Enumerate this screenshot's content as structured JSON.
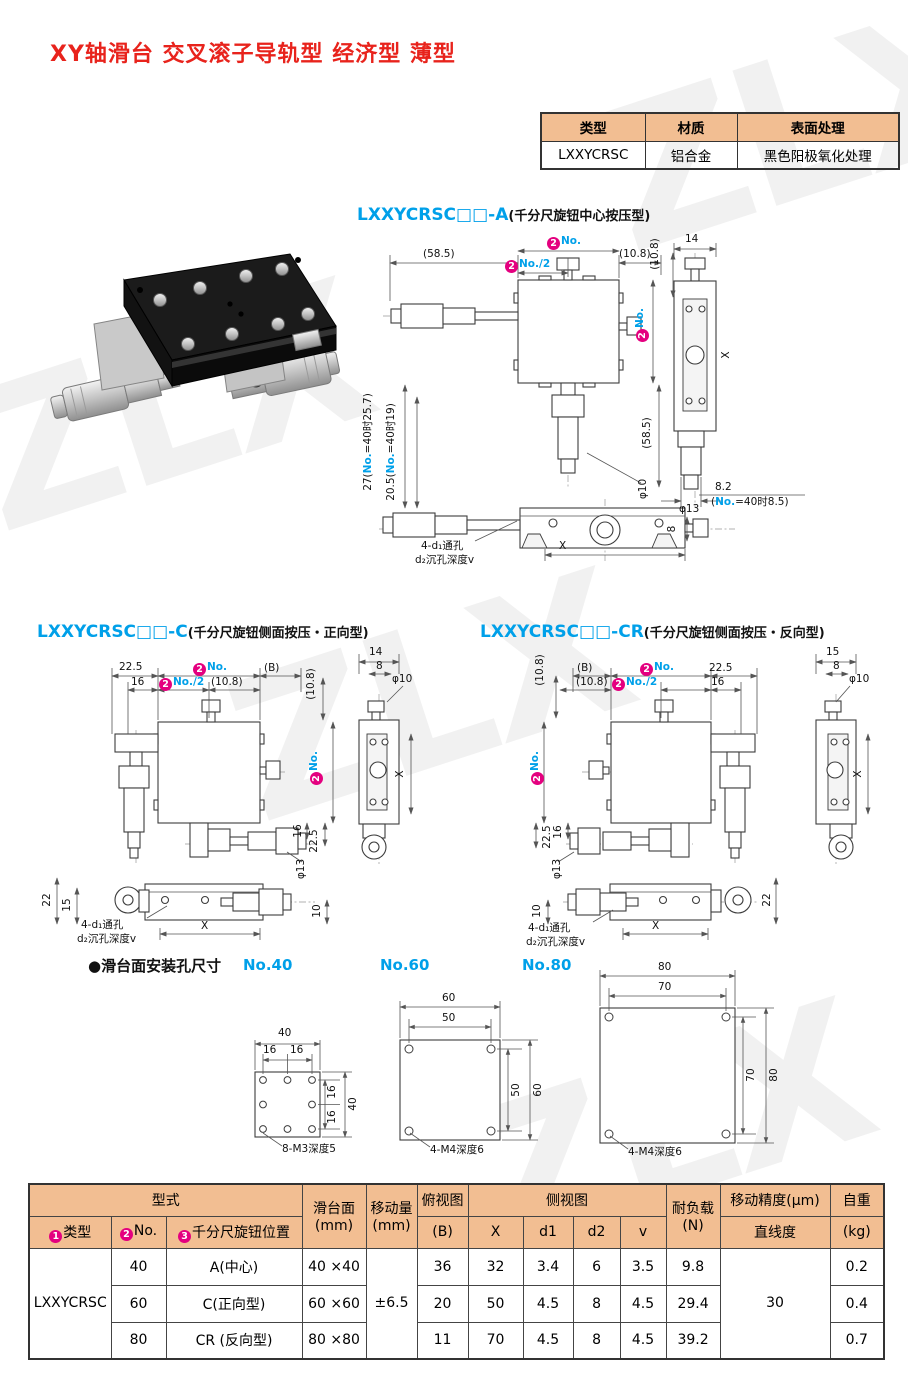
{
  "page": {
    "title": "XY轴滑台 交叉滚子导轨型 经济型 薄型",
    "watermark": "ZLX"
  },
  "colors": {
    "title_red": "#e8231c",
    "accent_cyan": "#00a0e9",
    "badge_magenta": "#e4007f",
    "table_header_bg": "#f2be92"
  },
  "info_table": {
    "headers": [
      "类型",
      "材质",
      "表面处理"
    ],
    "row": [
      "LXXYCRSC",
      "铝合金",
      "黑色阳极氧化处理"
    ]
  },
  "labels": {
    "no": "No.",
    "no_half": "No./2",
    "x": "X",
    "hole_note1": "4-d₁通孔",
    "hole_note2": "d₂沉孔深度v",
    "badge1": "1",
    "badge2": "2",
    "badge3": "3"
  },
  "drawing_a": {
    "code": "LXXYCRSC□□-A",
    "type_note": "(千分尺旋钮中心按压型)",
    "dims": {
      "w585": "(58.5)",
      "t108": "(10.8)",
      "t108v": "(10.8)",
      "w14": "14",
      "v585": "(58.5)",
      "phi10": "φ10",
      "phi13": "φ13",
      "v8": "8",
      "d82": "8.2",
      "n27_pre": "27(",
      "n27_no": "No.",
      "n27_suf": "=40时25.7)",
      "n205_pre": "20.5(",
      "n205_no": "No.",
      "n205_suf": "=40时19)",
      "n82_pre": "(",
      "n82_no": "No.",
      "n82_suf": "=40时8.5)"
    }
  },
  "drawing_c": {
    "code": "LXXYCRSC□□-C",
    "type_note": "(千分尺旋钮侧面按压・正向型)",
    "dims": {
      "d225": "22.5",
      "d16": "16",
      "t108": "(10.8)",
      "t108v": "(10.8)",
      "b": "(B)",
      "w14": "14",
      "w8": "8",
      "phi10": "φ10",
      "r16": "16",
      "r225": "22.5",
      "phi13": "φ13",
      "d22": "22",
      "d15": "15",
      "d10": "10"
    }
  },
  "drawing_cr": {
    "code": "LXXYCRSC□□-CR",
    "type_note": "(千分尺旋钮侧面按压・反向型)",
    "dims": {
      "t108v": "(10.8)",
      "b": "(B)",
      "t108": "(10.8)",
      "d225": "22.5",
      "d16": "16",
      "w15": "15",
      "w8": "8",
      "phi10": "φ10",
      "l225": "22.5",
      "l16": "16",
      "phi13": "φ13",
      "d10": "10",
      "d22": "22"
    }
  },
  "mounting": {
    "heading": "●滑台面安装孔尺寸",
    "items": [
      {
        "label": "No.40",
        "w": "40",
        "p1": "16",
        "p2": "16",
        "h1": "16",
        "h2": "16",
        "h": "40",
        "note": "8-M3深度5"
      },
      {
        "label": "No.60",
        "w": "60",
        "p": "50",
        "hp": "50",
        "h": "60",
        "note": "4-M4深度6"
      },
      {
        "label": "No.80",
        "w": "80",
        "p": "70",
        "hp": "70",
        "h": "80",
        "note": "4-M4深度6"
      }
    ]
  },
  "spec_table": {
    "group": {
      "model": "型式",
      "slide": "滑台面",
      "slide_unit": "(mm)",
      "travel": "移动量",
      "travel_unit": "(mm)",
      "top_view": "俯视图",
      "top_b": "(B)",
      "side_view": "侧视图",
      "load": "耐负载",
      "load_unit": "(N)",
      "precision": "移动精度(μm)",
      "straightness": "直线度",
      "weight": "自重",
      "weight_unit": "(kg)"
    },
    "sub": {
      "type": "类型",
      "no": "No.",
      "knob": "千分尺旋钮位置",
      "x": "X",
      "d1": "d1",
      "d2": "d2",
      "v": "v"
    },
    "model": "LXXYCRSC",
    "travel": "±6.5",
    "straightness": "30",
    "rows": [
      {
        "no": "40",
        "knob": "A(中心)",
        "slide": "40 ×40",
        "b": "36",
        "x": "32",
        "d1": "3.4",
        "d2": "6",
        "v": "3.5",
        "load": "9.8",
        "weight": "0.2"
      },
      {
        "no": "60",
        "knob": "C(正向型)",
        "slide": "60 ×60",
        "b": "20",
        "x": "50",
        "d1": "4.5",
        "d2": "8",
        "v": "4.5",
        "load": "29.4",
        "weight": "0.4"
      },
      {
        "no": "80",
        "knob": "CR (反向型)",
        "slide": "80 ×80",
        "b": "11",
        "x": "70",
        "d1": "4.5",
        "d2": "8",
        "v": "4.5",
        "load": "39.2",
        "weight": "0.7"
      }
    ]
  }
}
